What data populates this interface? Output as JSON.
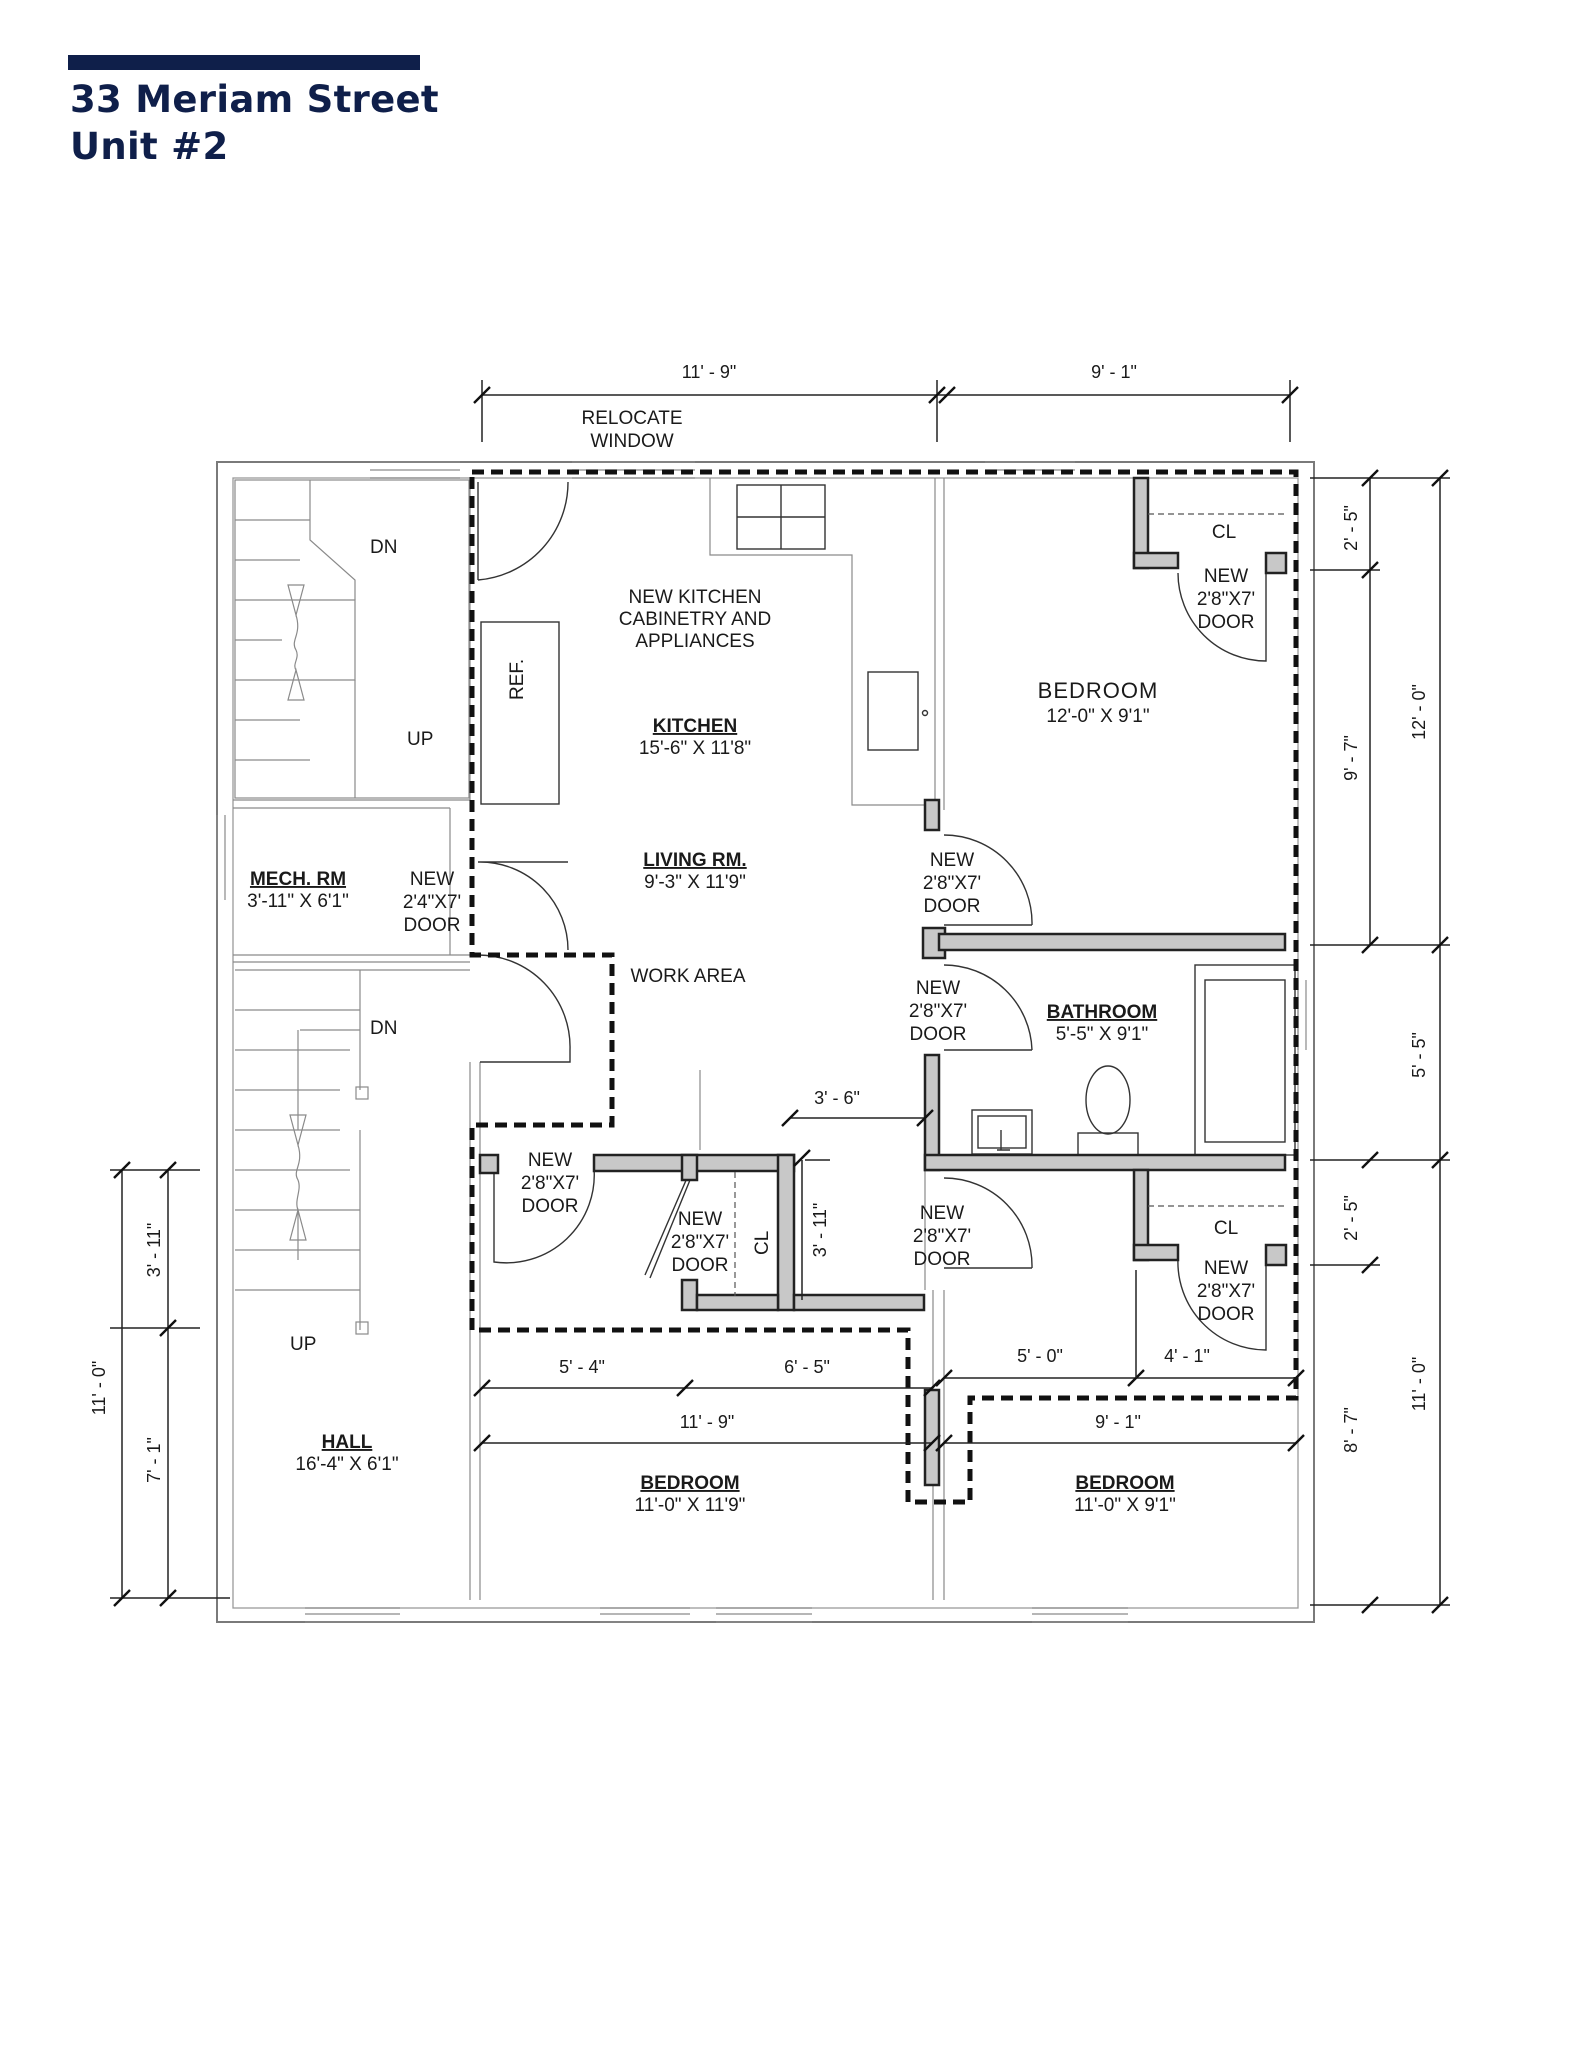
{
  "header": {
    "line1": "33 Meriam Street",
    "line2": "Unit #2"
  },
  "labels": {
    "relocate_window_1": "RELOCATE",
    "relocate_window_2": "WINDOW",
    "dn": "DN",
    "up": "UP",
    "ref": "REF.",
    "kitchen_note_1": "NEW KITCHEN",
    "kitchen_note_2": "CABINETRY AND",
    "kitchen_note_3": "APPLIANCES",
    "work_area": "WORK AREA",
    "cl": "CL",
    "new": "NEW",
    "door_28": "2'8\"X7'",
    "door_24": "2'4\"X7'",
    "door": "DOOR"
  },
  "rooms": {
    "kitchen": {
      "name": "KITCHEN",
      "size": "15'-6\" X 11'8\""
    },
    "living": {
      "name": "LIVING RM.",
      "size": "9'-3\" X 11'9\""
    },
    "mech": {
      "name": "MECH. RM",
      "size": "3'-11\" X 6'1\""
    },
    "bedroom_ne": {
      "name": "BEDROOM",
      "size": "12'-0\" X 9'1\""
    },
    "bathroom": {
      "name": "BATHROOM",
      "size": "5'-5\" X 9'1\""
    },
    "hall": {
      "name": "HALL",
      "size": "16'-4\" X 6'1\""
    },
    "bedroom_s": {
      "name": "BEDROOM",
      "size": "11'-0\" X 11'9\""
    },
    "bedroom_se": {
      "name": "BEDROOM",
      "size": "11'-0\" X 9'1\""
    }
  },
  "dimensions": {
    "top_left": "11' - 9\"",
    "top_right": "9' - 1\"",
    "right_top_cl": "2' - 5\"",
    "right_bed_inner": "9' - 7\"",
    "right_bed_outer": "12' - 0\"",
    "right_bath": "5' - 5\"",
    "right_cl_lower": "2' - 5\"",
    "right_lower_inner": "8' - 7\"",
    "right_lower_outer": "11' - 0\"",
    "closet_width": "3' - 6\"",
    "closet_depth": "3' - 11\"",
    "left_upper": "3' - 11\"",
    "left_lower": "7' - 1\"",
    "left_outer": "11' - 0\"",
    "bottom_seg_1": "5' - 4\"",
    "bottom_seg_2": "6' - 5\"",
    "bottom_seg_3": "5' - 0\"",
    "bottom_seg_4": "4' - 1\"",
    "bottom_left": "11' - 9\"",
    "bottom_right": "9' - 1\""
  }
}
